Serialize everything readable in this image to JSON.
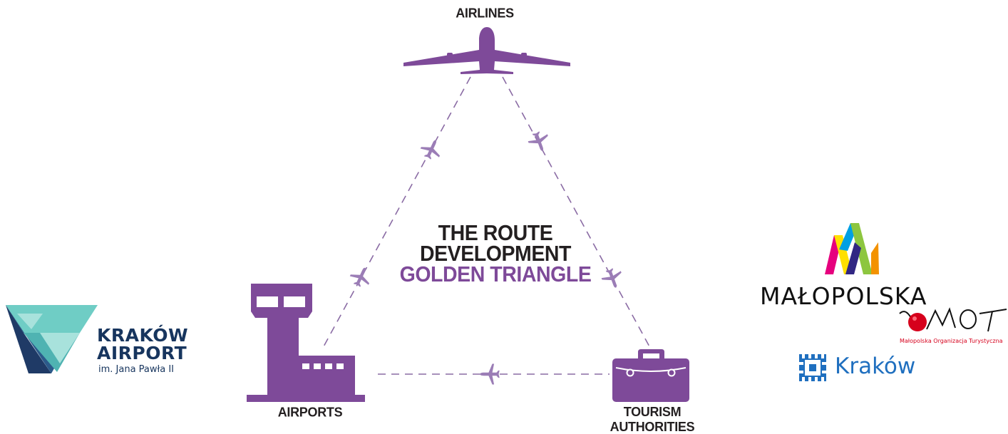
{
  "diagram": {
    "title_line1": "THE ROUTE",
    "title_line2": "DEVELOPMENT",
    "title_line3": "GOLDEN TRIANGLE",
    "nodes": {
      "airlines": "AIRLINES",
      "airports": "AIRPORTS",
      "tourism_line1": "TOURISM",
      "tourism_line2": "AUTHORITIES"
    }
  },
  "logos": {
    "krakow_airport": {
      "line1": "KRAKÓW",
      "line2": "AIRPORT",
      "line3": "im. Jana Pawła II"
    },
    "malopolska": {
      "name": "MAŁOPOLSKA"
    },
    "mot": {
      "wordmark": "MOT",
      "caption": "Małopolska Organizacja Turystyczna"
    },
    "krakow_city": {
      "name": "Kraków"
    }
  },
  "colors": {
    "purple": "#7e4a99",
    "light_purple": "#9b7db6",
    "dark_text": "#231f20",
    "krakow_navy": "#17355e",
    "krakow_blue": "#1f6fbf",
    "mot_red": "#d6001c"
  },
  "icons": {
    "airlines": "airplane-icon",
    "airports": "control-tower-icon",
    "tourism": "briefcase-icon"
  }
}
